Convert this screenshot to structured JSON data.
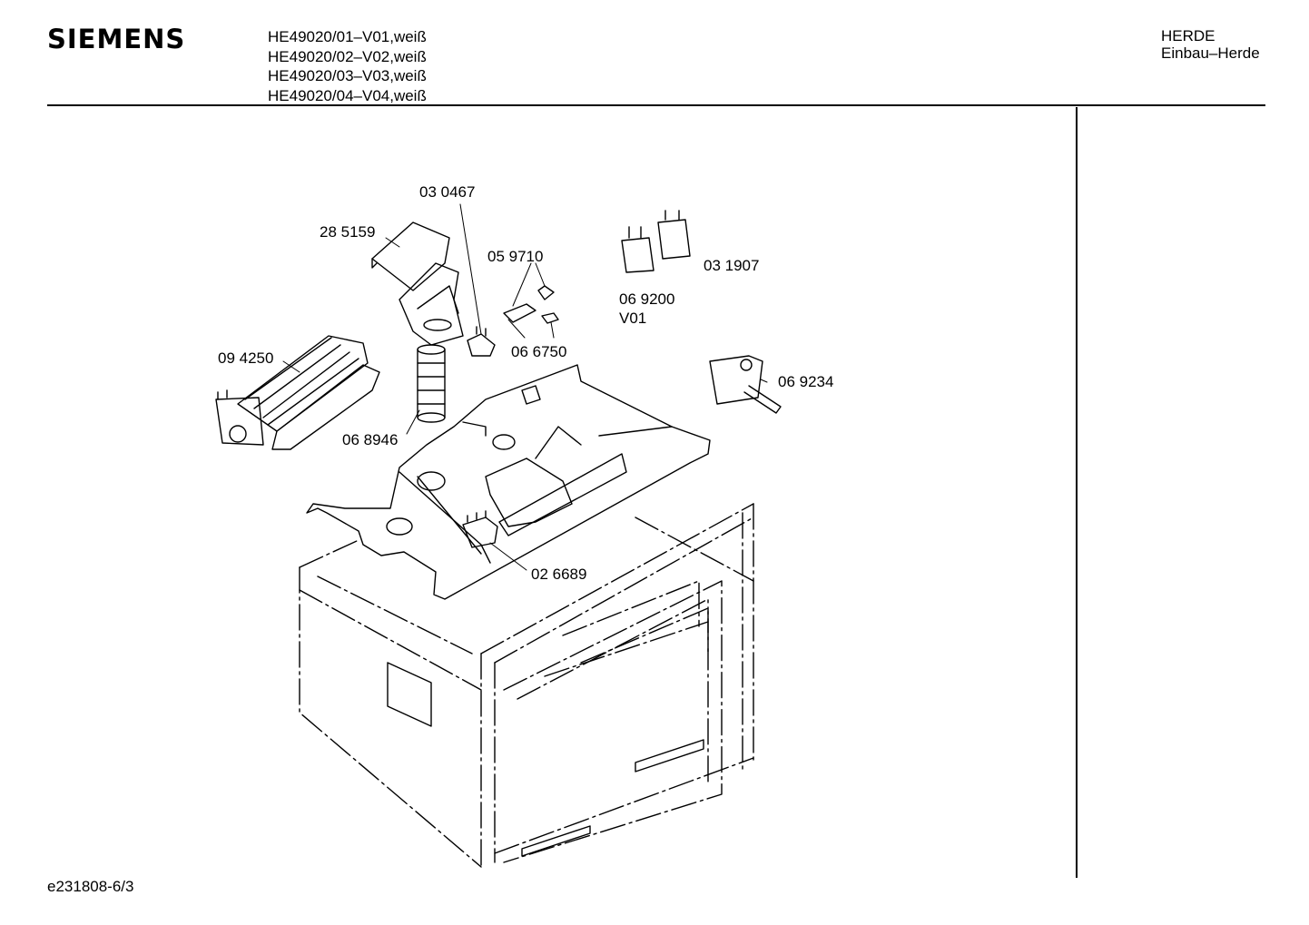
{
  "header": {
    "brand": "SIEMENS",
    "models": [
      "HE49020/01–V01,weiß",
      "HE49020/02–V02,weiß",
      "HE49020/03–V03,weiß",
      "HE49020/04–V04,weiß"
    ],
    "category": "HERDE",
    "subcategory": "Einbau–Herde"
  },
  "footer": {
    "doc_ref": "e231808-6/3"
  },
  "parts": {
    "p030467": "03 0467",
    "p285159": "28 5159",
    "p059710": "05 9710",
    "p069200": "06 9200",
    "v01": "V01",
    "p031907": "03 1907",
    "p094250": "09 4250",
    "p066750": "06 6750",
    "p069234": "06 9234",
    "p068946": "06 8946",
    "p026689": "02 6689"
  }
}
